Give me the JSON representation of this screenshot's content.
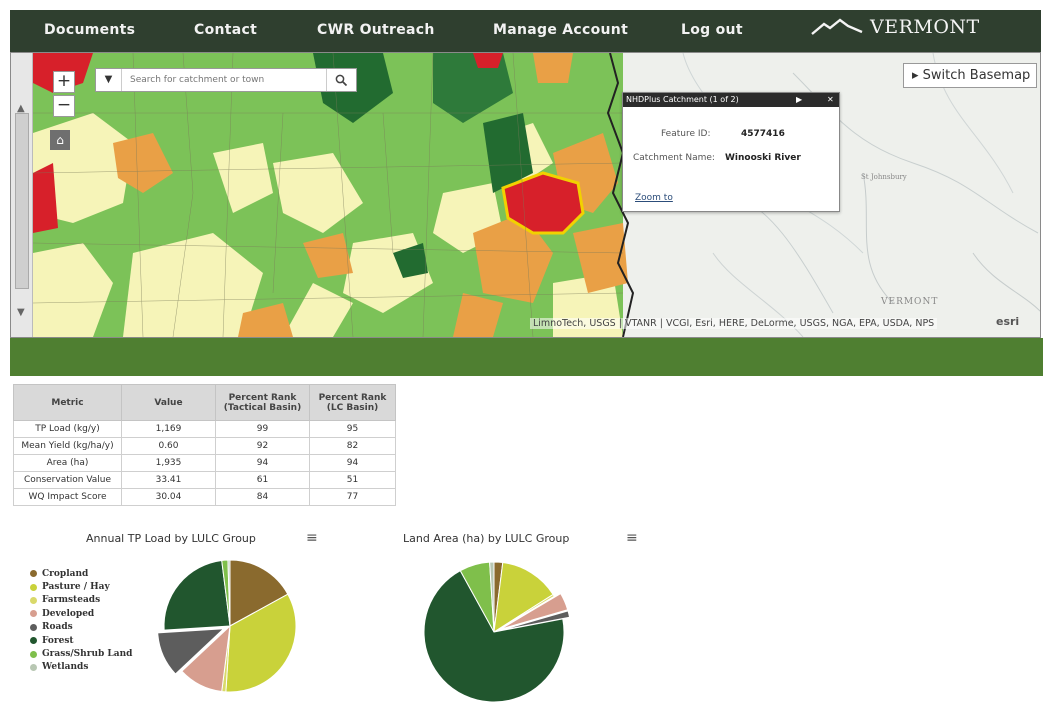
{
  "nav": {
    "items": [
      "Documents",
      "Contact",
      "CWR Outreach",
      "Manage Account",
      "Log out"
    ],
    "brand": "VERMONT"
  },
  "map": {
    "search_placeholder": "Search for catchment or town",
    "basemap_button": "▸ Switch Basemap",
    "attribution": "LimnoTech, USGS | VTANR | VCGI, Esri, HERE, DeLorme, USGS, NGA, EPA, USDA, NPS",
    "esri": "esri",
    "labels": [
      "VERMONT",
      "St Johnsbury"
    ],
    "popup": {
      "title": "NHDPlus Catchment (1 of 2)",
      "feature_id_label": "Feature ID:",
      "feature_id_value": "4577416",
      "catchment_label": "Catchment Name:",
      "catchment_value": "Winooski River",
      "zoom_link": "Zoom to"
    }
  },
  "table": {
    "headers": [
      "Metric",
      "Value",
      "Percent Rank (Tactical Basin)",
      "Percent Rank (LC Basin)"
    ],
    "rows": [
      [
        "TP Load (kg/y)",
        "1,169",
        "99",
        "95"
      ],
      [
        "Mean Yield (kg/ha/y)",
        "0.60",
        "92",
        "82"
      ],
      [
        "Area (ha)",
        "1,935",
        "94",
        "94"
      ],
      [
        "Conservation Value",
        "33.41",
        "61",
        "51"
      ],
      [
        "WQ Impact Score",
        "30.04",
        "84",
        "77"
      ]
    ]
  },
  "colors": {
    "nav_bg": "#2f3f2f",
    "band": "#4f7f31",
    "selected": "#d7202a"
  },
  "chart_data": [
    {
      "type": "pie",
      "title": "Annual TP Load by LULC Group",
      "categories": [
        "Cropland",
        "Pasture / Hay",
        "Farmsteads",
        "Developed",
        "Roads",
        "Forest",
        "Grass/Shrub Land",
        "Wetlands"
      ],
      "values": [
        17,
        34,
        1,
        11,
        11,
        24,
        1.5,
        0.5
      ],
      "colors": [
        "#8a6a2e",
        "#c9d23a",
        "#d9d96a",
        "#d79e8f",
        "#5d5d5d",
        "#21562e",
        "#7fbf4b",
        "#b8c7b3"
      ]
    },
    {
      "type": "pie",
      "title": "Land Area (ha) by LULC Group",
      "categories": [
        "Cropland",
        "Pasture / Hay",
        "Farmsteads",
        "Developed",
        "Roads",
        "Forest",
        "Grass/Shrub Land",
        "Wetlands"
      ],
      "values": [
        2,
        14,
        0.5,
        4,
        1.5,
        70,
        7,
        1
      ],
      "colors": [
        "#8a6a2e",
        "#c9d23a",
        "#d9d96a",
        "#d79e8f",
        "#5d5d5d",
        "#21562e",
        "#7fbf4b",
        "#b8c7b3"
      ]
    }
  ]
}
